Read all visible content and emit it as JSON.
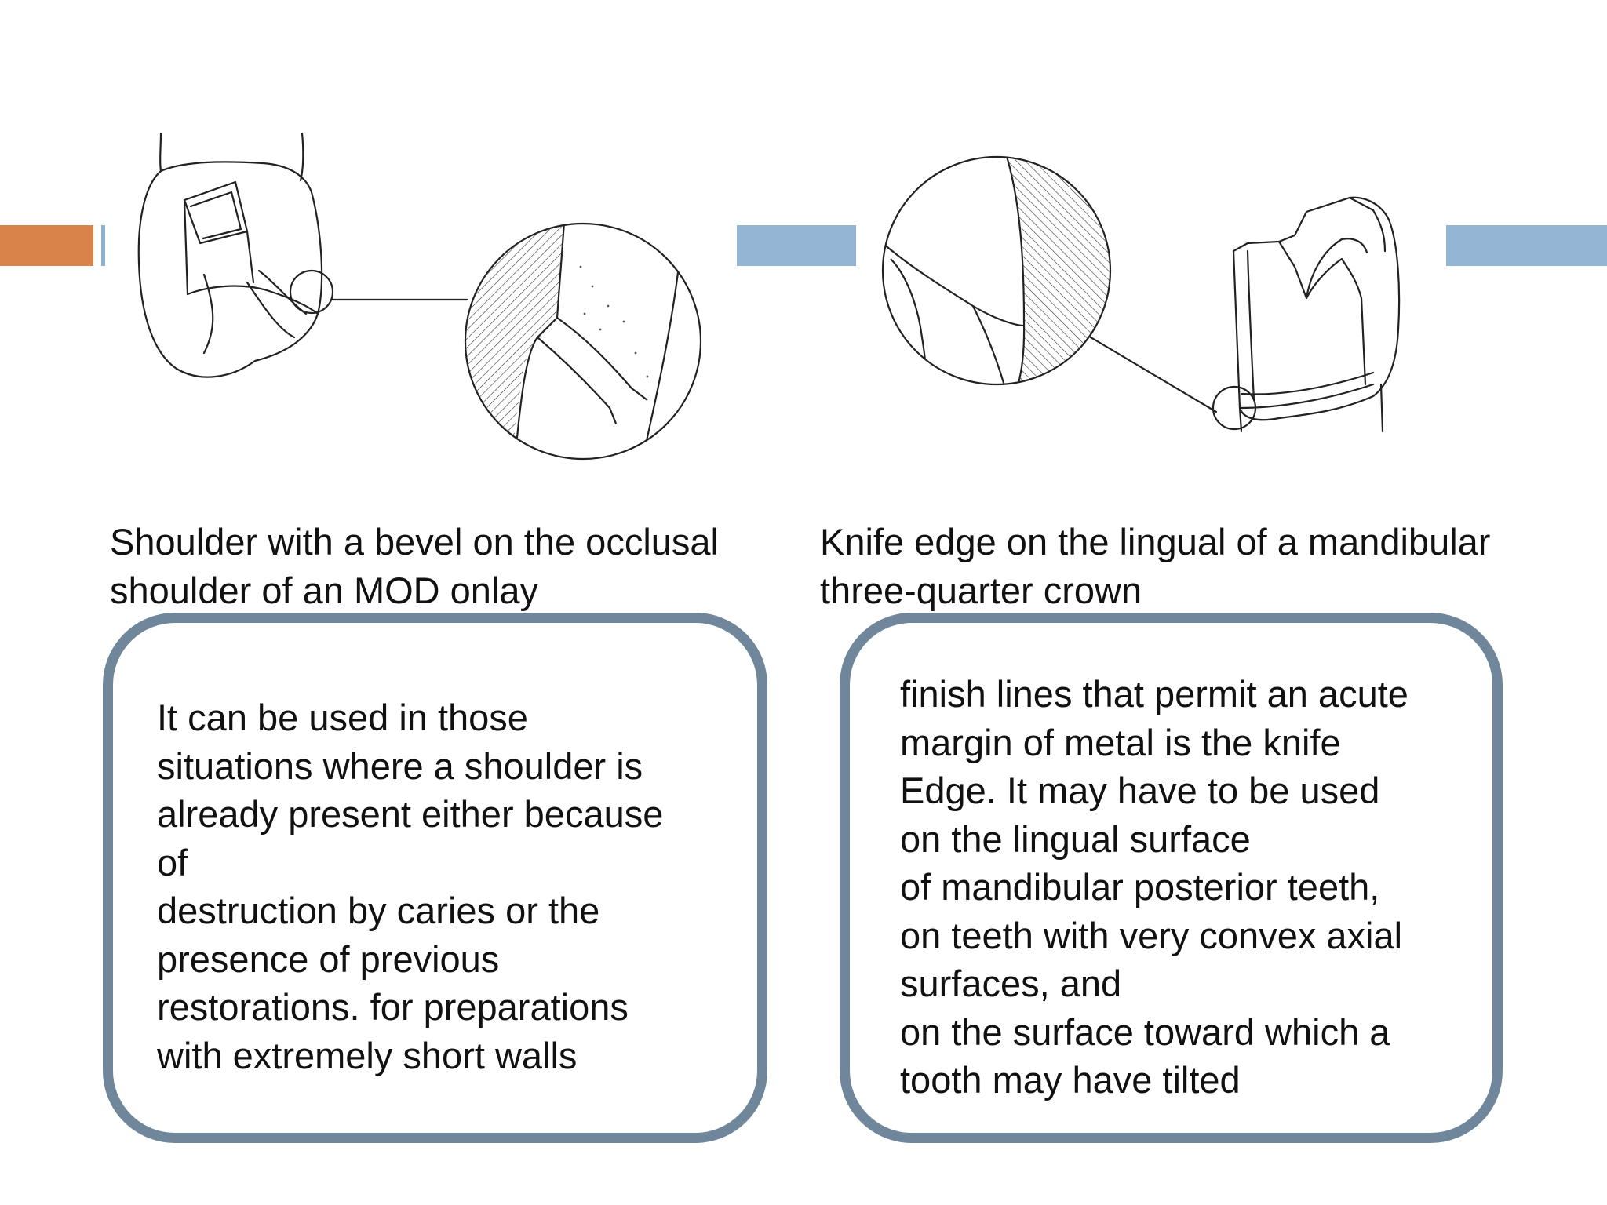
{
  "decor": {
    "accent_orange": "#d9834a",
    "accent_blue": "#94b6d4",
    "box_border": "#6f869b"
  },
  "left": {
    "figure_icon": "tooth-onlay-shoulder-bevel-illustration",
    "caption": "Shoulder with a bevel on the occlusal\nshoulder of an MOD onlay",
    "box_text": "It can be used in those\nsituations where a shoulder is\nalready present either because\nof\ndestruction by caries or the\npresence of previous\nrestorations. for preparations\nwith extremely short walls"
  },
  "right": {
    "figure_icon": "tooth-knife-edge-crown-illustration",
    "caption": "Knife edge on the lingual of a mandibular\nthree-quarter crown",
    "box_text": "finish lines that permit an acute\nmargin of metal is the knife\nEdge. It may have to be used\non the lingual surface\nof mandibular posterior teeth,\non teeth with very convex axial\nsurfaces, and\non the surface toward which a\ntooth may have tilted"
  }
}
